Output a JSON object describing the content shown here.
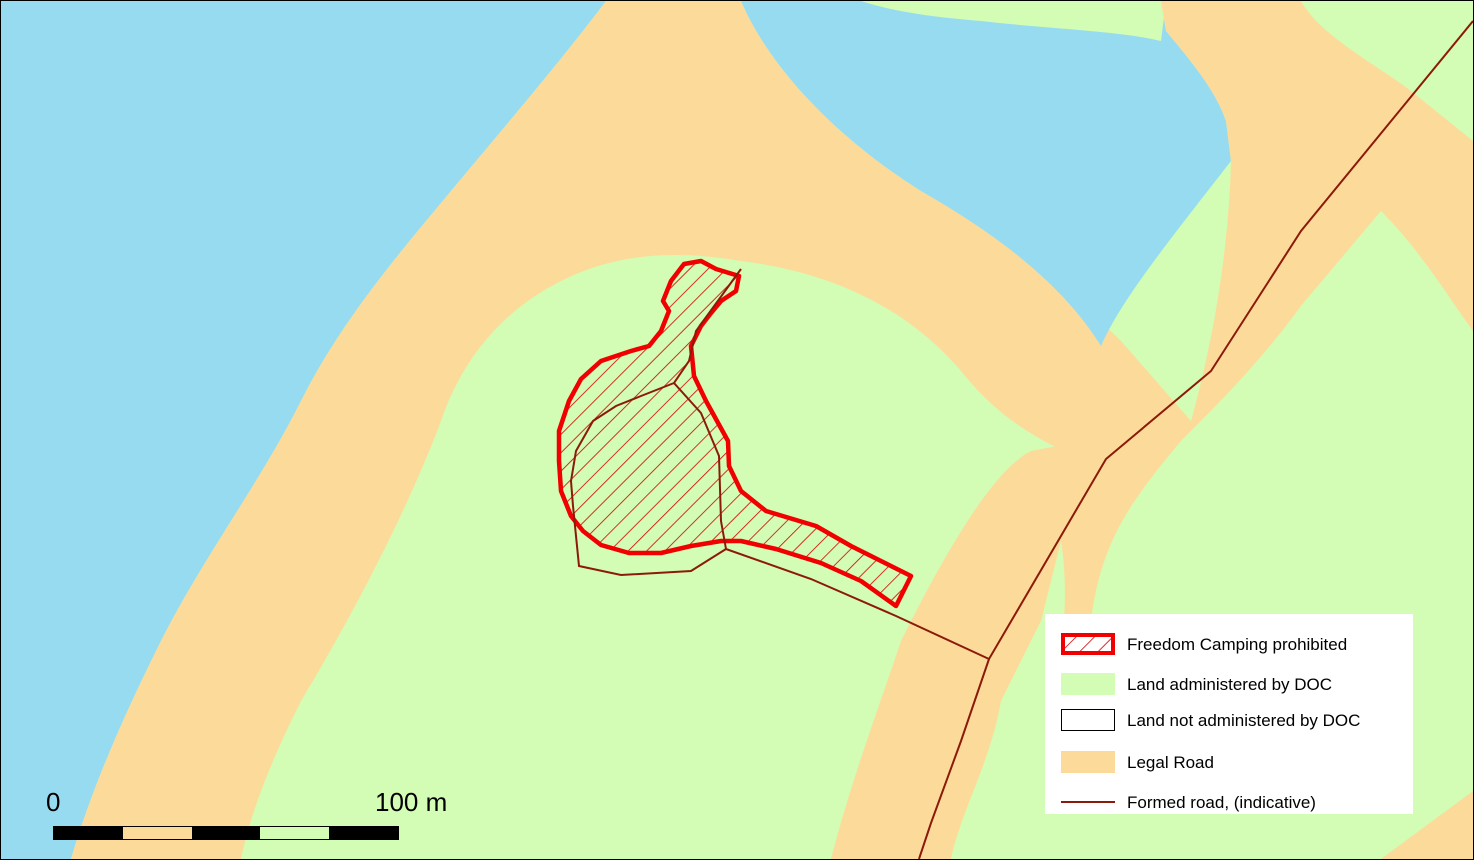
{
  "colors": {
    "water": "#97dbf0",
    "doc_land": "#d3fcb4",
    "legal_road": "#fcdb9a",
    "prohibited": "#f00000",
    "formed_road": "#8c1a0a"
  },
  "legend": {
    "items": [
      {
        "label": "Freedom Camping prohibited",
        "swatch": "hatched-red"
      },
      {
        "label": "Land administered by DOC",
        "swatch": "green"
      },
      {
        "label": "Land not administered by DOC",
        "swatch": "white"
      },
      {
        "label": "Legal Road",
        "swatch": "tan"
      },
      {
        "label": "Formed road, (indicative)",
        "swatch": "dark-red-line"
      }
    ]
  },
  "scale": {
    "start_label": "0",
    "end_label": "100 m",
    "segments": [
      "black",
      "tan",
      "black",
      "green",
      "black"
    ]
  }
}
